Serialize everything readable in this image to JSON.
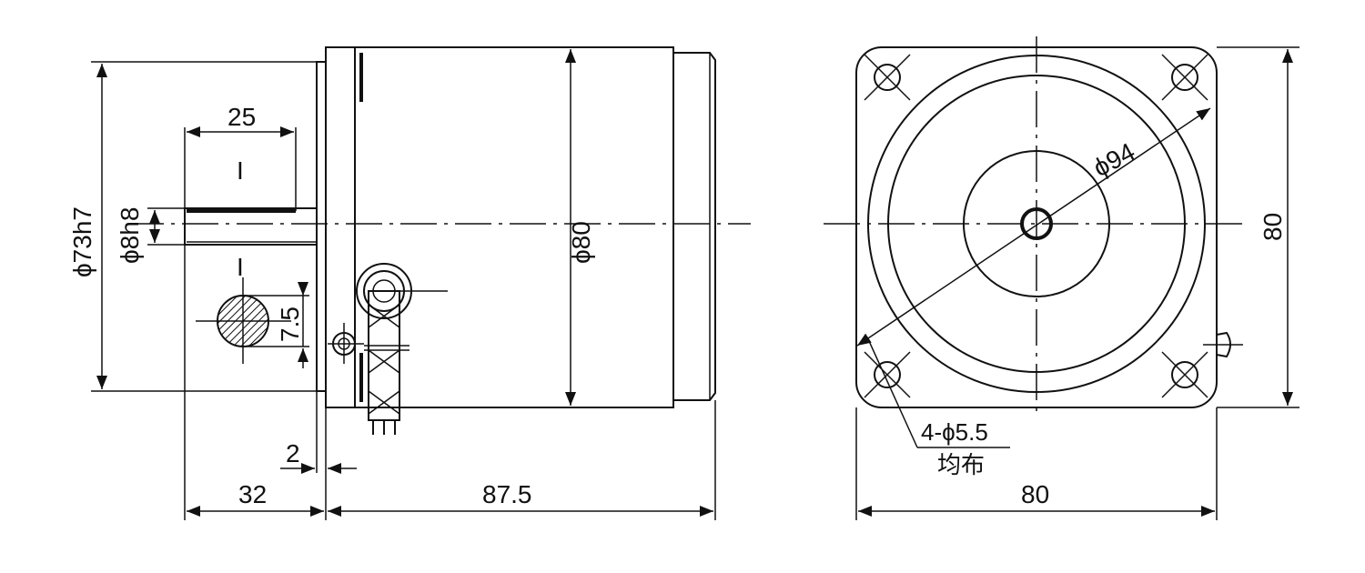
{
  "dimensions": {
    "flange_pilot": "ϕ73h7",
    "shaft_dia": "ϕ8h8",
    "shaft_key_length": "25",
    "key_width": "7.5",
    "body_dia": "ϕ80",
    "flange_gap": "2",
    "shaft_length": "32",
    "body_length": "87.5",
    "mount_circle": "ϕ94",
    "holes": "4-ϕ5.5",
    "holes_note": "均布",
    "square_height": "80",
    "square_width": "80"
  },
  "section_marker": "I"
}
